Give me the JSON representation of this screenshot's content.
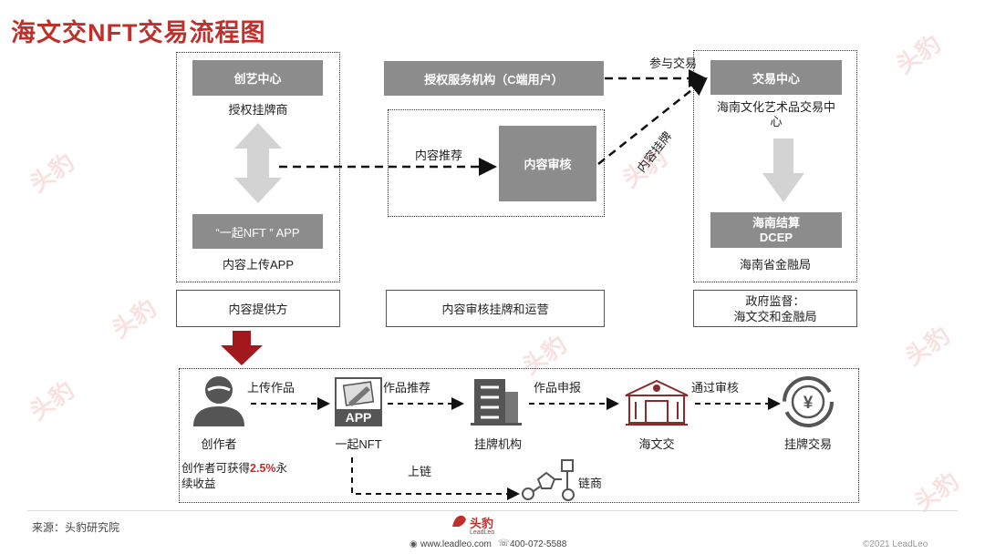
{
  "title": "海文交NFT交易流程图",
  "watermark": "头豹",
  "left": {
    "block1_label": "创艺中心",
    "block1_sub": "授权挂牌商",
    "block2_label": "“一起NFT ” APP",
    "block2_sub": "内容上传APP",
    "caption": "内容提供方"
  },
  "middle": {
    "auth_label": "授权服务机构（C端用户）",
    "review_label": "内容审核",
    "recommend_label": "内容推荐",
    "caption": "内容审核挂牌和运营"
  },
  "right": {
    "exchange_label": "交易中心",
    "exchange_sub": "海南文化艺术品交易中心",
    "clearing_label": "海南结算\nDCEP",
    "clearing_sub": "海南省金融局",
    "caption": "政府监督：\n海文交和金融局"
  },
  "arrows": {
    "participate": "参与交易",
    "listing": "内容挂牌"
  },
  "flow": {
    "creator": "创作者",
    "creator_note_prefix": "创作者可获得",
    "creator_note_pct": "2.5%",
    "creator_note_suffix": "永续收益",
    "app": "一起NFT",
    "app_badge": "APP",
    "institution": "挂牌机构",
    "hwj": "海文交",
    "trade": "挂牌交易",
    "chain": "链商",
    "step_upload": "上传作品",
    "step_recommend": "作品推荐",
    "step_report": "作品申报",
    "step_pass": "通过审核",
    "step_chain": "上链",
    "yen": "¥"
  },
  "footer": {
    "source": "来源：头豹研究院",
    "brand": "头豹",
    "brand_en": "LeadLeo",
    "website": "www.leadleo.com",
    "phone": "400-072-5588",
    "copyright": "©2021 LeadLeo"
  },
  "colors": {
    "accent": "#c0302b",
    "gray": "#8c8c8c",
    "darkred": "#a3191b",
    "hwj": "#8b2b2b"
  }
}
